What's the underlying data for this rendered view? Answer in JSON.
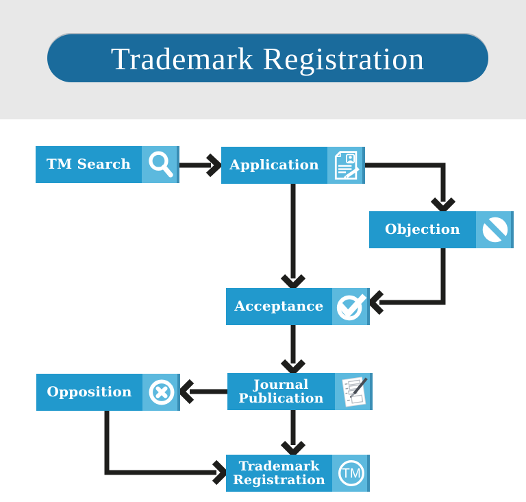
{
  "header": {
    "title": "Trademark Registration"
  },
  "colors": {
    "header_band": "#e8e8e8",
    "title_pill": "#1a6b9c",
    "node_fill": "#2199cd",
    "node_icon_bg": "#5cb9de",
    "arrow": "#1e1e1c",
    "text": "#ffffff"
  },
  "nodes": [
    {
      "id": "tm-search",
      "label": "TM Search",
      "icon": "search-icon"
    },
    {
      "id": "application",
      "label": "Application",
      "icon": "application-form-icon"
    },
    {
      "id": "objection",
      "label": "Objection",
      "icon": "prohibition-icon"
    },
    {
      "id": "acceptance",
      "label": "Acceptance",
      "icon": "check-circle-icon"
    },
    {
      "id": "opposition",
      "label": "Opposition",
      "icon": "x-circle-icon"
    },
    {
      "id": "journal",
      "label": "Journal Publication",
      "label_lines": [
        "Journal",
        "Publication"
      ],
      "icon": "journal-pen-icon"
    },
    {
      "id": "registration",
      "label": "Trademark Registration",
      "label_lines": [
        "Trademark",
        "Registration"
      ],
      "icon": "tm-circle-icon"
    }
  ],
  "edges": [
    {
      "from": "tm-search",
      "to": "application"
    },
    {
      "from": "application",
      "to": "objection"
    },
    {
      "from": "application",
      "to": "acceptance"
    },
    {
      "from": "objection",
      "to": "acceptance"
    },
    {
      "from": "acceptance",
      "to": "journal"
    },
    {
      "from": "journal",
      "to": "opposition"
    },
    {
      "from": "journal",
      "to": "registration"
    },
    {
      "from": "opposition",
      "to": "registration"
    }
  ]
}
